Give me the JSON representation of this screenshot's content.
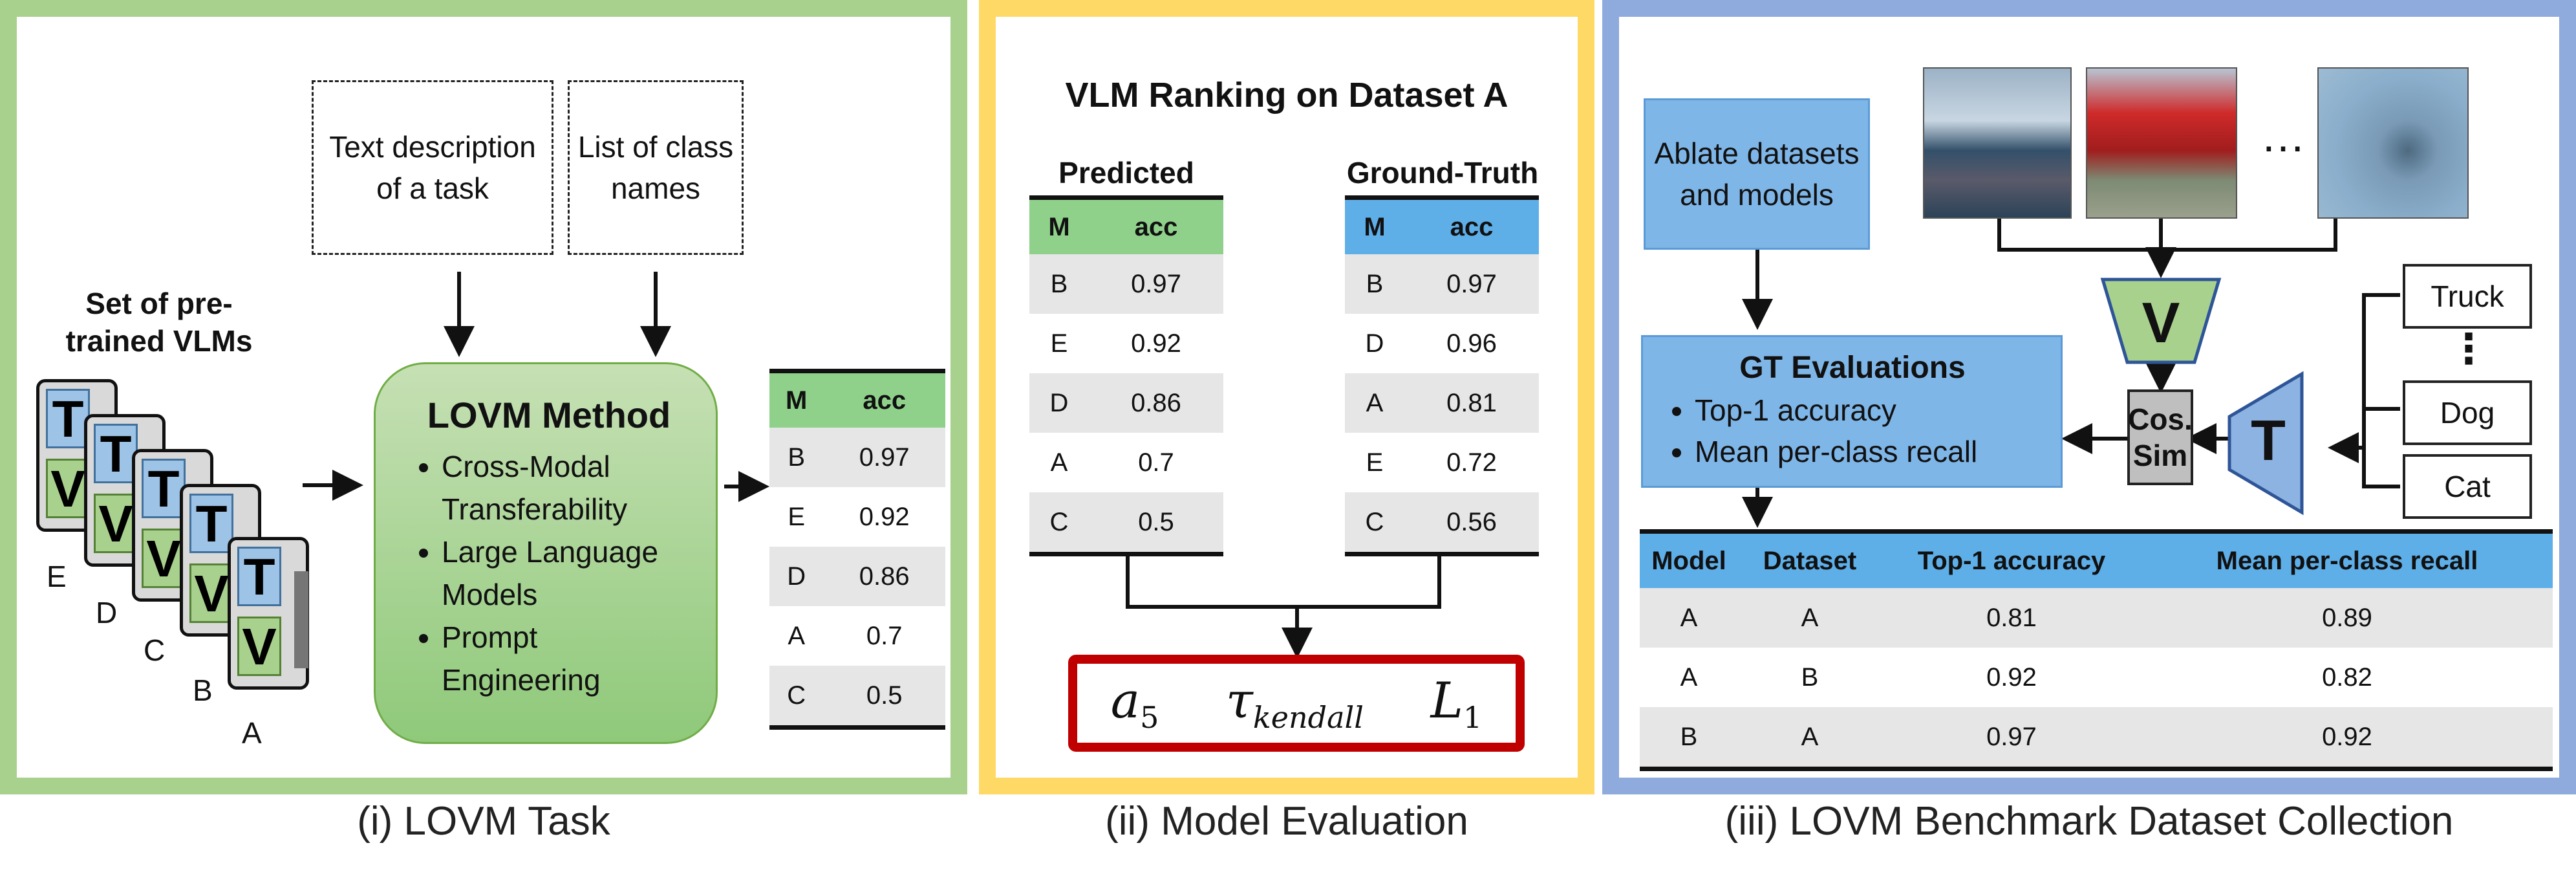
{
  "panel1": {
    "caption": "(i) LOVM Task",
    "text_box": "Text description of a task",
    "class_box": "List of class names",
    "vlms_title": "Set of pre-trained VLMs",
    "cards": [
      {
        "label": "E",
        "t": "T",
        "v": "V"
      },
      {
        "label": "D",
        "t": "T",
        "v": "V"
      },
      {
        "label": "C",
        "t": "T",
        "v": "V"
      },
      {
        "label": "B",
        "t": "T",
        "v": "V"
      },
      {
        "label": "A",
        "t": "T",
        "v": "V"
      }
    ],
    "method_title": "LOVM Method",
    "method_items": [
      "Cross-Modal Transferability",
      "Large Language Models",
      "Prompt Engineering"
    ],
    "output_table": {
      "headers": [
        "M",
        "acc"
      ],
      "rows": [
        [
          "B",
          "0.97"
        ],
        [
          "E",
          "0.92"
        ],
        [
          "D",
          "0.86"
        ],
        [
          "A",
          "0.7"
        ],
        [
          "C",
          "0.5"
        ]
      ]
    }
  },
  "panel2": {
    "caption": "(ii) Model Evaluation",
    "title": "VLM Ranking on Dataset A",
    "pred_title": "Predicted",
    "gt_title": "Ground-Truth",
    "pred_table": {
      "headers": [
        "M",
        "acc"
      ],
      "rows": [
        [
          "B",
          "0.97"
        ],
        [
          "E",
          "0.92"
        ],
        [
          "D",
          "0.86"
        ],
        [
          "A",
          "0.7"
        ],
        [
          "C",
          "0.5"
        ]
      ]
    },
    "gt_table": {
      "headers": [
        "M",
        "acc"
      ],
      "rows": [
        [
          "B",
          "0.97"
        ],
        [
          "D",
          "0.96"
        ],
        [
          "A",
          "0.81"
        ],
        [
          "E",
          "0.72"
        ],
        [
          "C",
          "0.56"
        ]
      ]
    },
    "metric_a": "a",
    "metric_a_sub": "5",
    "metric_tau": "τ",
    "metric_tau_sub": "kendall",
    "metric_l": "L",
    "metric_l_sub": "1"
  },
  "panel3": {
    "caption": "(iii) LOVM Benchmark Dataset Collection",
    "ablate": "Ablate datasets and models",
    "ellipsis": "…",
    "v_label": "V",
    "t_label": "T",
    "cos_sim": "Cos. Sim",
    "classes": [
      "Truck",
      "Dog",
      "Cat"
    ],
    "vdots": "⋮",
    "gt_title": "GT Evaluations",
    "gt_items": [
      "Top-1 accuracy",
      "Mean per-class recall"
    ],
    "table": {
      "headers": [
        "Model",
        "Dataset",
        "Top-1 accuracy",
        "Mean per-class recall"
      ],
      "rows": [
        [
          "A",
          "A",
          "0.81",
          "0.89"
        ],
        [
          "A",
          "B",
          "0.92",
          "0.82"
        ],
        [
          "B",
          "A",
          "0.97",
          "0.92"
        ]
      ]
    }
  },
  "colors": {
    "green_frame": "#a9d18e",
    "yellow_frame": "#ffd966",
    "blue_frame": "#8faadc",
    "green_header": "#8fd18b",
    "blue_header": "#5eaee8",
    "red_box": "#c00000",
    "row_gray": "#e6e6e6"
  }
}
